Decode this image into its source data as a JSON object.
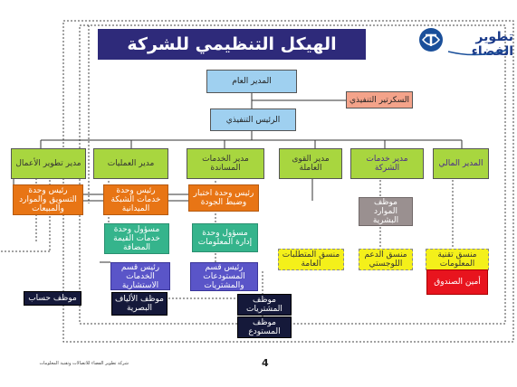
{
  "title": "الهيكل التنظيمي للشركة",
  "logo": {
    "text": "تطوير الفضاء",
    "icon": "satellite-globe-icon"
  },
  "boxes": {
    "gm": "المدير العام",
    "secretary": "السكرتير التنفيذي",
    "ceo": "الرئيس التنفيذي",
    "bizdev": "مدير تطوير الأعمال",
    "ops": "مدير العمليات",
    "support": "مدير الخدمات المساندة",
    "workforce": "مدير القوى العاملة",
    "corpsvc": "مدير خدمات الشركة",
    "finance": "المدير المالي",
    "mkt": "رئيس وحدة التسويق والموارد والمبيعات",
    "fieldsvc": "رئيس وحدة خدمات الشبكة الميدانية",
    "qa": "رئيس وحدة اختبار وضبط الجودة",
    "hr": "موظف الموارد البشرية",
    "addedvalue": "مسؤول وحدة خدمات القيمة المضافة",
    "infomgmt": "مسؤول وحدة إدارة المعلومات",
    "consult": "رئيس قسم الخدمات الاستشارية",
    "warehouse": "رئيس قسم المستودعات والمشتريات",
    "reqcoord": "منسق المتطلبات العامة",
    "logistics": "منسق الدعم اللوجستي",
    "itcoord": "منسق تقنية المعلومات",
    "cashier": "أمين الصندوق",
    "accountant": "موظف حساب",
    "fiber": "موظف الألياف البصرية",
    "purchases": "موظف المشتريات",
    "storeclerk": "موظف المستودع"
  },
  "footer": "شركة تطوير الفضاء للاتصالات وتقنية المعلومات",
  "page_number": "4"
}
